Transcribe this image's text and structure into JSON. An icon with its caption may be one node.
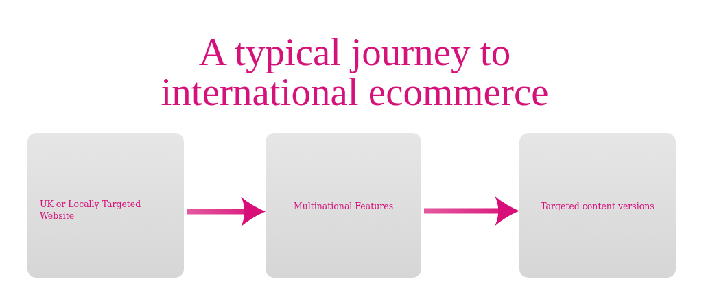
{
  "diagram": {
    "title": "A typical journey to international ecommerce",
    "nodes": [
      {
        "text": [
          "UK or Locally Targeted Website"
        ]
      },
      {
        "text": [
          "Multinational Features"
        ]
      },
      {
        "text": [
          "Targeted content versions"
        ]
      }
    ],
    "edges": [
      {
        "from": 0,
        "to": 1,
        "arrow": "to"
      },
      {
        "from": 1,
        "to": 2,
        "arrow": "to"
      }
    ]
  }
}
